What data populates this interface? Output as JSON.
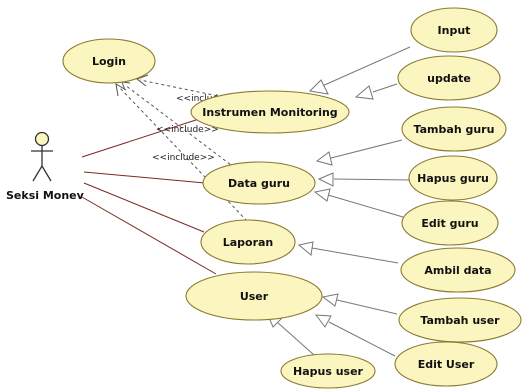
{
  "actor": {
    "label": "Seksi Monev"
  },
  "use_cases": {
    "login": "Login",
    "instrumen": "Instrumen Monitoring",
    "input": "Input",
    "update": "update",
    "data_guru": "Data guru",
    "tambah_guru": "Tambah guru",
    "hapus_guru": "Hapus guru",
    "edit_guru": "Edit guru",
    "laporan": "Laporan",
    "ambil_data": "Ambil data",
    "user": "User",
    "tambah_user": "Tambah user",
    "edit_user": "Edit User",
    "hapus_user": "Hapus user"
  },
  "include_labels": {
    "instrumen": "<<include>>",
    "data_guru": "<<include>>",
    "laporan": "<<include>>"
  }
}
